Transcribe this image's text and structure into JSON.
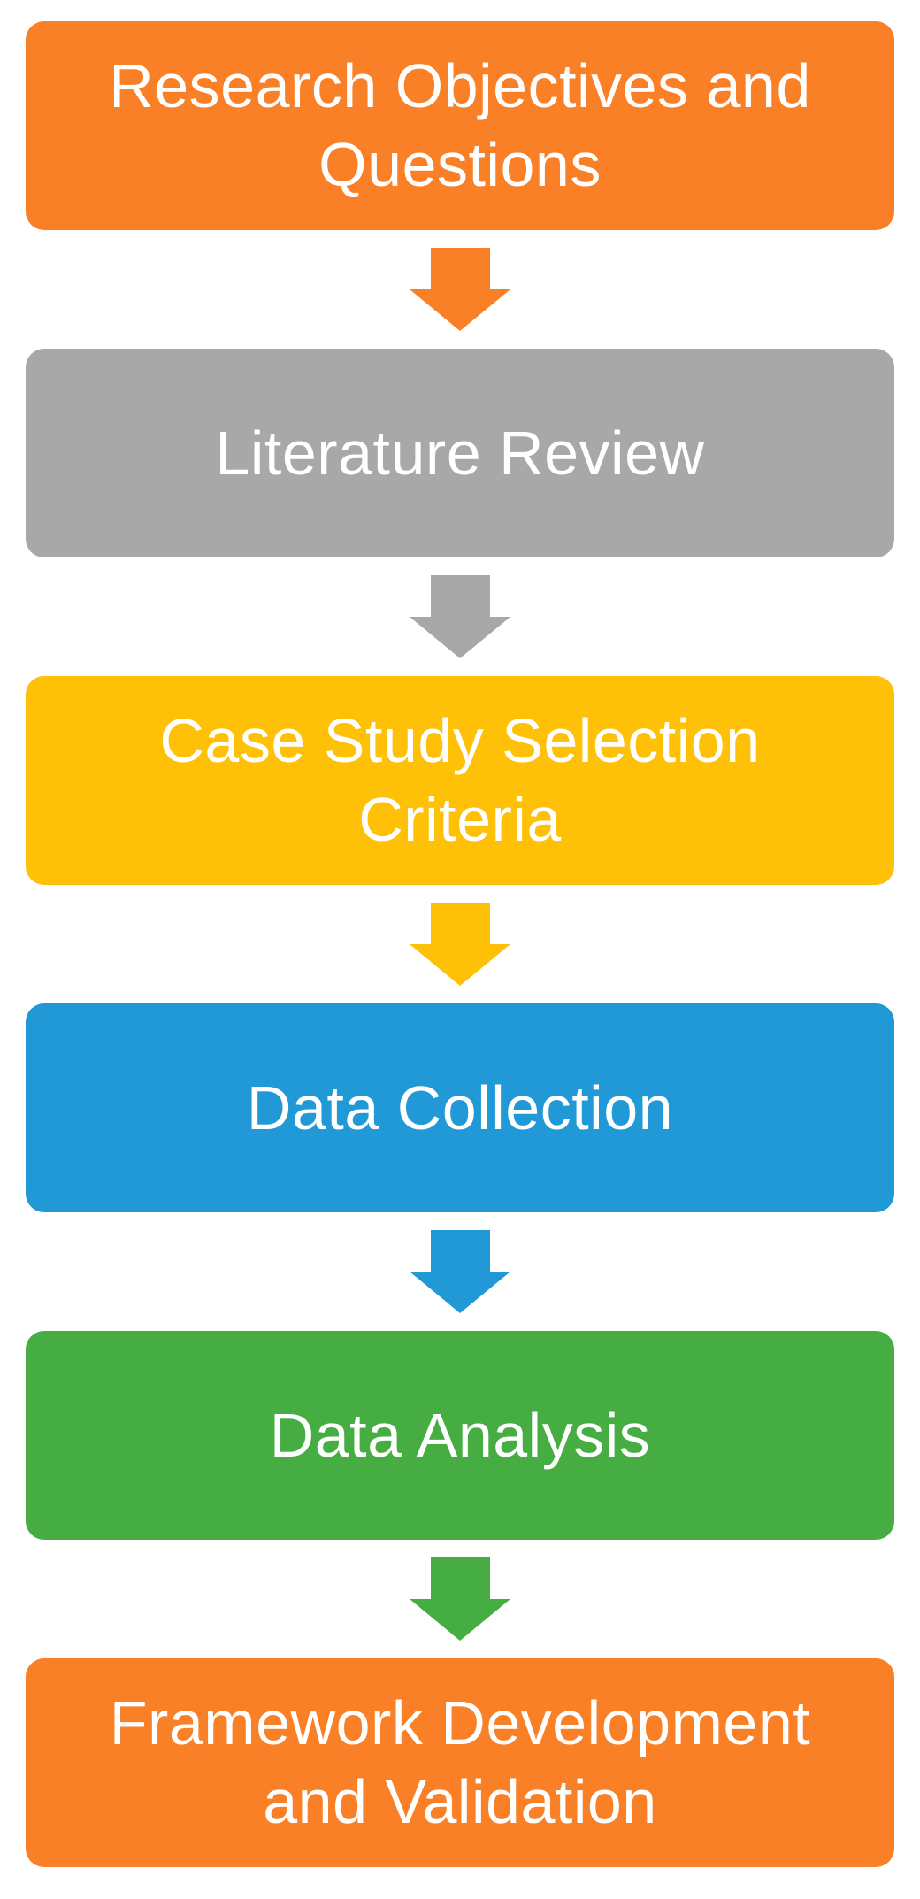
{
  "diagram": {
    "background_color": "#FFFFFF",
    "text_color": "#FFFFFF",
    "steps": [
      {
        "label": "Research Objectives and\nQuestions",
        "color": "#F98026",
        "arrow_color": "#F98026"
      },
      {
        "label": "Literature Review",
        "color": "#A8A8A8",
        "arrow_color": "#A8A8A8"
      },
      {
        "label": "Case Study Selection\nCriteria",
        "color": "#FEC107",
        "arrow_color": "#FEC107"
      },
      {
        "label": "Data Collection",
        "color": "#2199D6",
        "arrow_color": "#2199D6"
      },
      {
        "label": "Data Analysis",
        "color": "#45AD41",
        "arrow_color": "#45AD41"
      },
      {
        "label": "Framework Development\nand Validation",
        "color": "#F98026",
        "arrow_color": null
      }
    ]
  }
}
